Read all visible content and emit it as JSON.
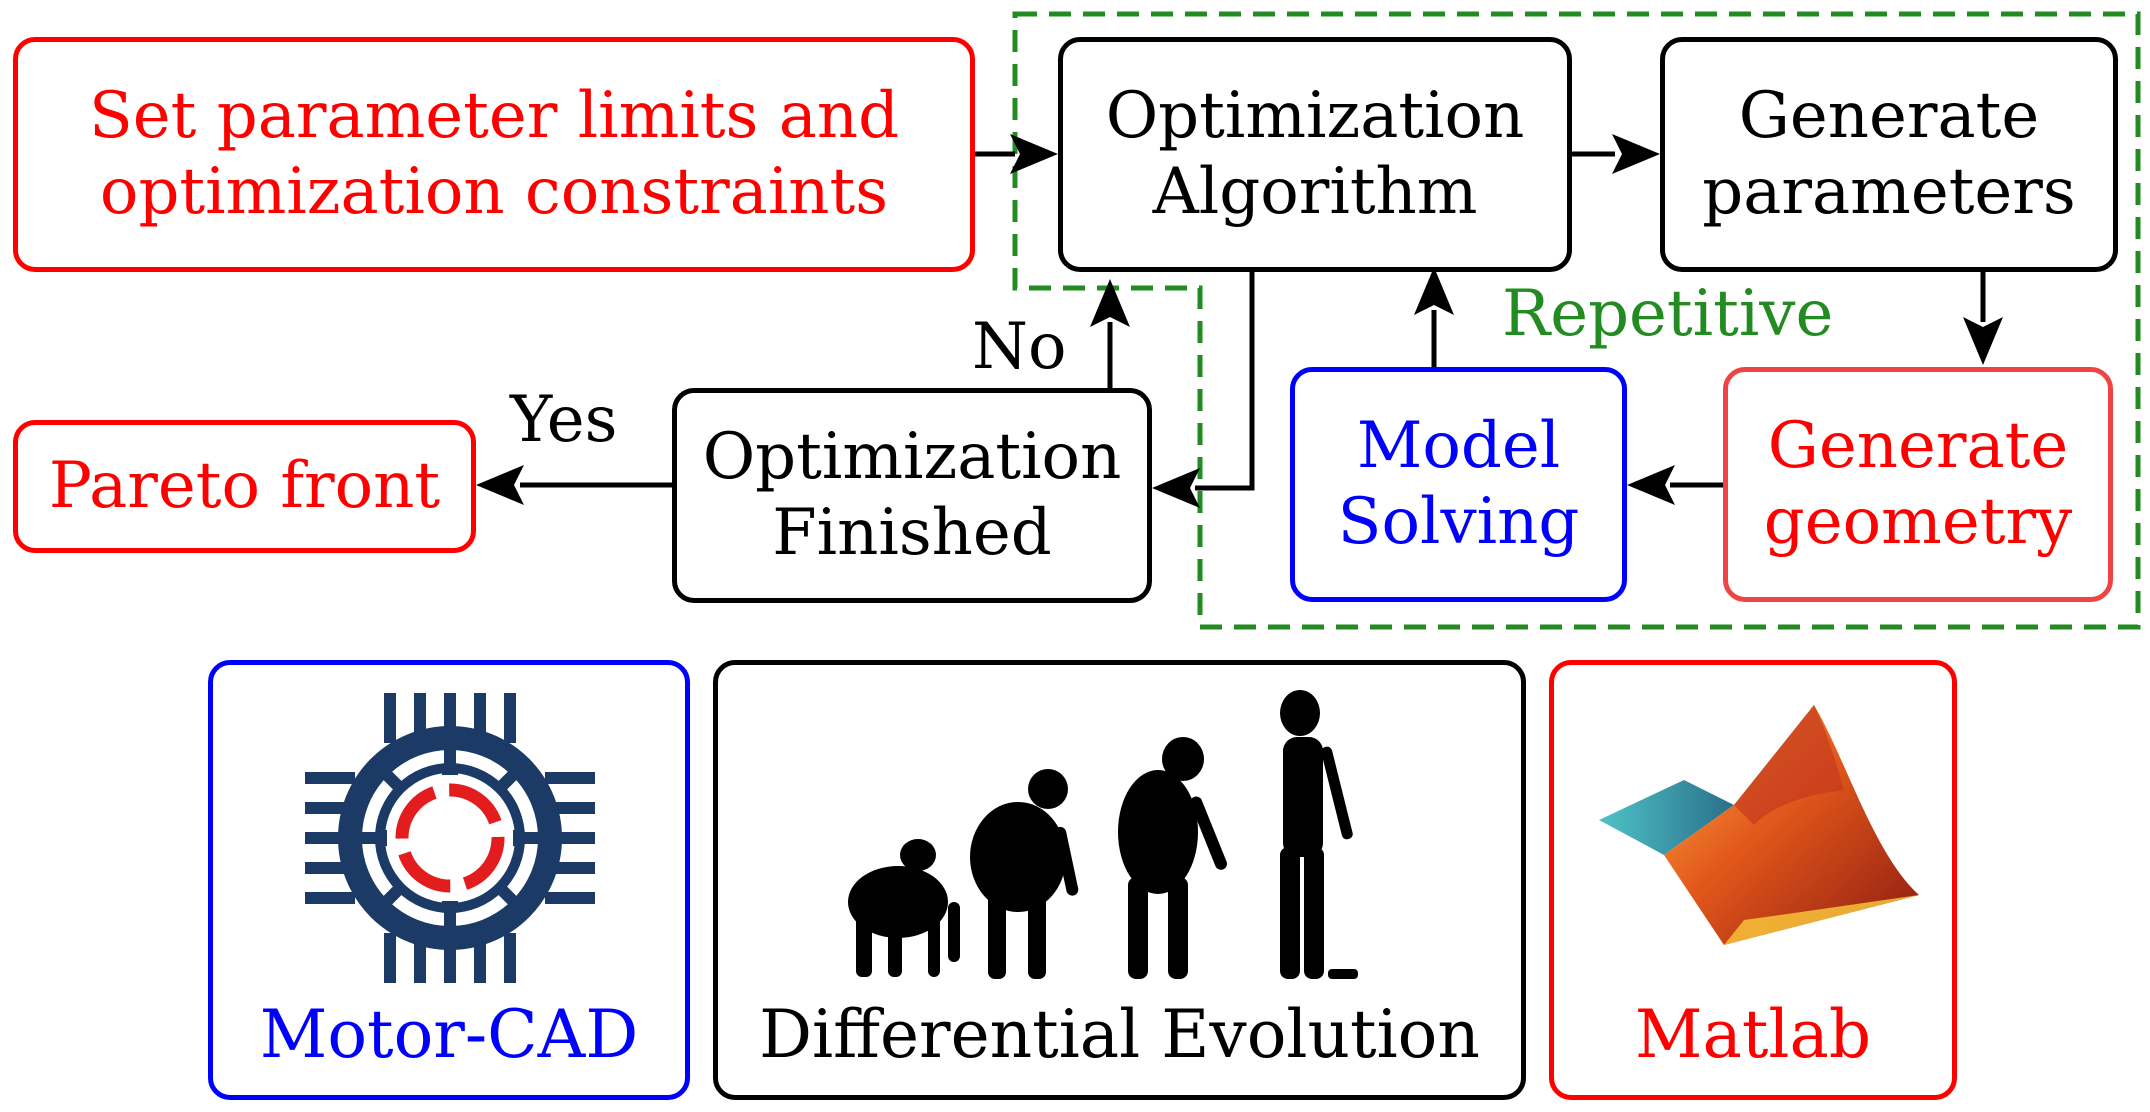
{
  "colors": {
    "red": "#ff0000",
    "blue": "#0000ff",
    "green_dashed": "#228b22",
    "black": "#000000",
    "motorcad_navy": "#1b3a66"
  },
  "boxes": {
    "set_limits": {
      "line1": "Set parameter limits and",
      "line2": "optimization constraints"
    },
    "opt_algorithm": {
      "line1": "Optimization",
      "line2": "Algorithm"
    },
    "gen_parameters": {
      "line1": "Generate",
      "line2": "parameters"
    },
    "gen_geometry": {
      "line1": "Generate",
      "line2": "geometry"
    },
    "model_solving": {
      "line1": "Model",
      "line2": "Solving"
    },
    "opt_finished": {
      "line1": "Optimization",
      "line2": "Finished"
    },
    "pareto": {
      "line1": "Pareto front"
    }
  },
  "labels": {
    "repetitive": "Repetitive",
    "no": "No",
    "yes": "Yes"
  },
  "tools": {
    "motorcad": {
      "label": "Motor-CAD",
      "icon": "motor-stator-icon"
    },
    "de": {
      "label": "Differential Evolution",
      "icon": "evolution-silhouette-icon"
    },
    "matlab": {
      "label": "Matlab",
      "icon": "matlab-membrane-icon"
    }
  }
}
